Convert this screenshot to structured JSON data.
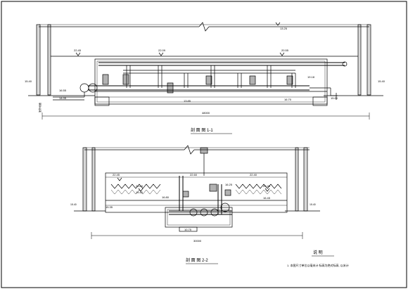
{
  "section_1": {
    "title": "剖 面 图  1-1",
    "total_length": "48000",
    "roof_level": "13.25",
    "level_upper_left": "22.45",
    "level_upper_mid": "22.09",
    "level_upper_right": "20.55",
    "level_left_ground": "15.40",
    "level_left_pipe": "16.55",
    "level_left_low": "14.05",
    "level_bottom_mid": "13.85",
    "level_bottom_right": "16.70",
    "level_right_a": "19.18",
    "level_right_b": "15.00",
    "level_right_ground": "15.40",
    "vertical_note": "室外地面"
  },
  "section_2": {
    "title": "剖 面 图  2-2",
    "total_length": "30000",
    "level_left_top": "22.45",
    "level_mid_top": "22.60",
    "level_right_top": "22.40",
    "level_left_ground": "15.40",
    "level_right_ground": "15.40",
    "level_inner_left": "20.60",
    "level_inner_left_2": "19.40",
    "level_inner_mid": "16.80",
    "level_inner_mid_2": "16.25",
    "level_inner_right": "20.45",
    "level_inner_right_2": "16.45",
    "level_sump": "10.75",
    "level_floor": "15.35"
  },
  "notes": {
    "heading": "说  明",
    "item_1": "1. 本图尺寸单位以毫米计 标高为绝对标高, 以米计"
  }
}
